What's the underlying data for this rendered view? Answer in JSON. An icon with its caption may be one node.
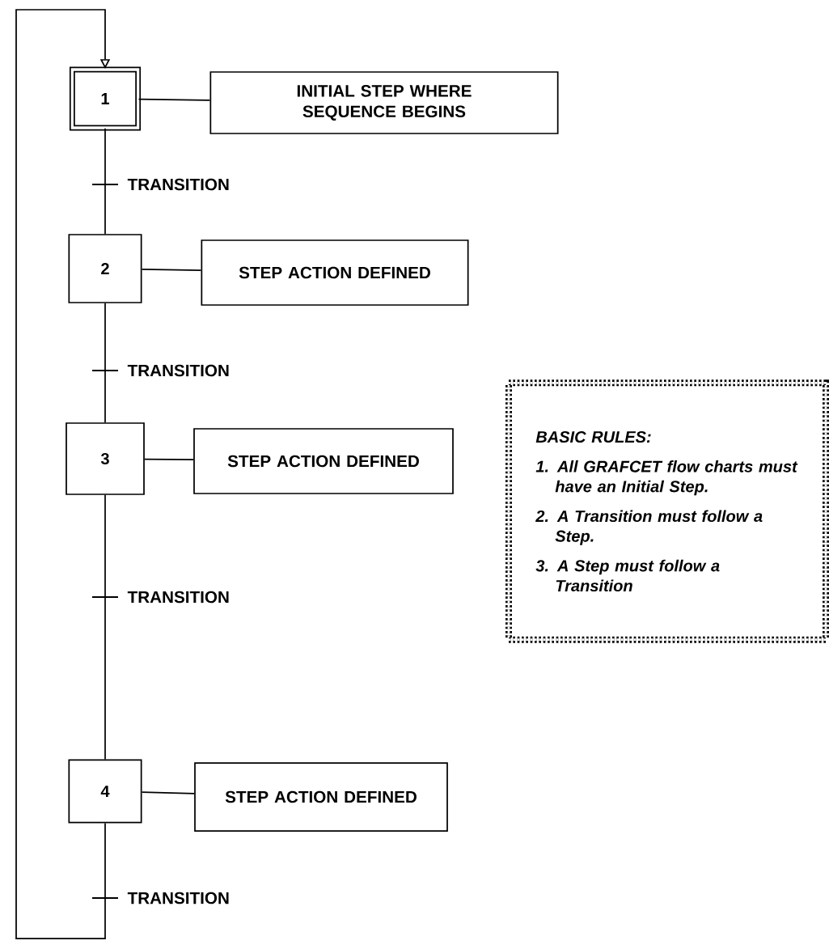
{
  "diagram": {
    "nodes": [
      {
        "text": [
          "1"
        ]
      },
      {
        "text": [
          "INITIAL STEP WHERE SEQUENCE BEGINS"
        ]
      },
      {
        "text": [
          "2"
        ]
      },
      {
        "text": [
          "STEP ACTION DEFINED"
        ]
      },
      {
        "text": [
          "3"
        ]
      },
      {
        "text": [
          "STEP ACTION DEFINED"
        ]
      },
      {
        "text": [
          "4"
        ]
      },
      {
        "text": [
          "STEP ACTION DEFINED"
        ]
      },
      {
        "text": [
          "BASIC RULES:",
          "1. All GRAFCET flow charts must have an Initial Step.",
          "2. A Transition must follow a Step.",
          "3. A Step must follow a Transition"
        ]
      }
    ],
    "edges": [
      {
        "from": 0,
        "to": 1,
        "arrow": "none"
      },
      {
        "from": 0,
        "to": 2,
        "arrow": "none",
        "label": "TRANSITION"
      },
      {
        "from": 2,
        "to": 3,
        "arrow": "none"
      },
      {
        "from": 2,
        "to": 4,
        "arrow": "none",
        "label": "TRANSITION"
      },
      {
        "from": 4,
        "to": 5,
        "arrow": "none"
      },
      {
        "from": 4,
        "to": 6,
        "arrow": "none",
        "label": "TRANSITION"
      },
      {
        "from": 6,
        "to": 7,
        "arrow": "none"
      },
      {
        "from": 6,
        "to": 0,
        "arrow": "to",
        "label": "TRANSITION"
      }
    ]
  }
}
